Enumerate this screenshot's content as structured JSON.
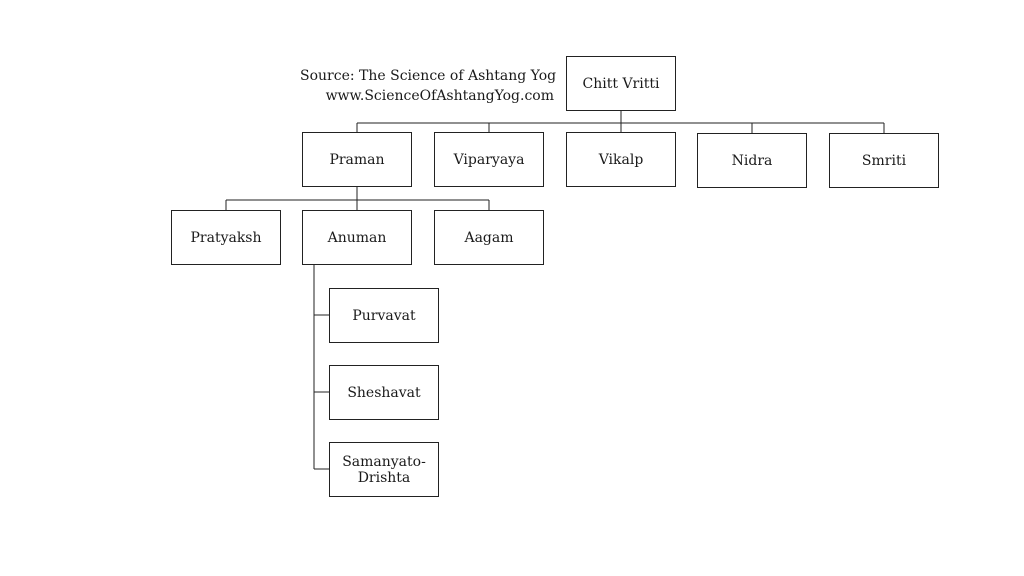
{
  "source": {
    "line1": "Source: The Science of Ashtang Yog",
    "line2": "www.ScienceOfAshtangYog.com"
  },
  "nodes": {
    "chitt_vritti": "Chitt Vritti",
    "praman": "Praman",
    "viparyaya": "Viparyaya",
    "vikalp": "Vikalp",
    "nidra": "Nidra",
    "smriti": "Smriti",
    "pratyaksh": "Pratyaksh",
    "anuman": "Anuman",
    "aagam": "Aagam",
    "purvavat": "Purvavat",
    "sheshavat": "Sheshavat",
    "samanyato_drishta": "Samanyato-\nDrishta"
  }
}
